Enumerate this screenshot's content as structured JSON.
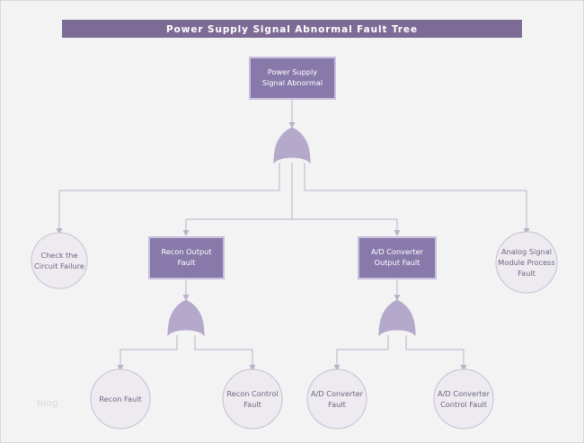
{
  "page": {
    "title": "Power Supply Signal Abnormal Fault Tree",
    "watermark": "blog",
    "background_color": "#f3f3f3",
    "title_bar_color": "#7b6b95",
    "box_fill_color": "#8879ab",
    "box_border_color": "#c8bede",
    "circle_fill_color": "#edebf0",
    "circle_border_color": "#c6bed4",
    "gate_color": "#b4a9cb",
    "connector_color": "#bbb2ca"
  },
  "diagram": {
    "type": "fault-tree",
    "nodes": {
      "root": {
        "shape": "rectangle",
        "lines": [
          "Power Supply",
          "Signal Abnormal"
        ],
        "text": "Power Supply Signal Abnormal"
      },
      "check_circuit": {
        "shape": "circle",
        "lines": [
          "Check the",
          "Circuit Failure"
        ],
        "text": "Check the Circuit Failure"
      },
      "recon_output": {
        "shape": "rectangle",
        "lines": [
          "Recon Output",
          "Fault"
        ],
        "text": "Recon Output Fault"
      },
      "ad_output": {
        "shape": "rectangle",
        "lines": [
          "A/D Converter",
          "Output Fault"
        ],
        "text": "A/D Converter Output Fault"
      },
      "analog_module": {
        "shape": "circle",
        "lines": [
          "Analog Signal",
          "Module Process",
          "Fault"
        ],
        "text": "Analog Signal Module Process Fault"
      },
      "recon_fault": {
        "shape": "circle",
        "lines": [
          "Recon Fault"
        ],
        "text": "Recon Fault"
      },
      "recon_control_fault": {
        "shape": "circle",
        "lines": [
          "Recon Control",
          "Fault"
        ],
        "text": "Recon Control Fault"
      },
      "ad_fault": {
        "shape": "circle",
        "lines": [
          "A/D Converter",
          "Fault"
        ],
        "text": "A/D Converter Fault"
      },
      "ad_control_fault": {
        "shape": "circle",
        "lines": [
          "A/D Converter",
          "Control Fault"
        ],
        "text": "A/D Converter Control Fault"
      }
    },
    "gates": {
      "top_gate": {
        "type": "or-gate",
        "inputs": 3
      },
      "recon_gate": {
        "type": "or-gate",
        "inputs": 2
      },
      "ad_gate": {
        "type": "or-gate",
        "inputs": 2
      }
    }
  }
}
